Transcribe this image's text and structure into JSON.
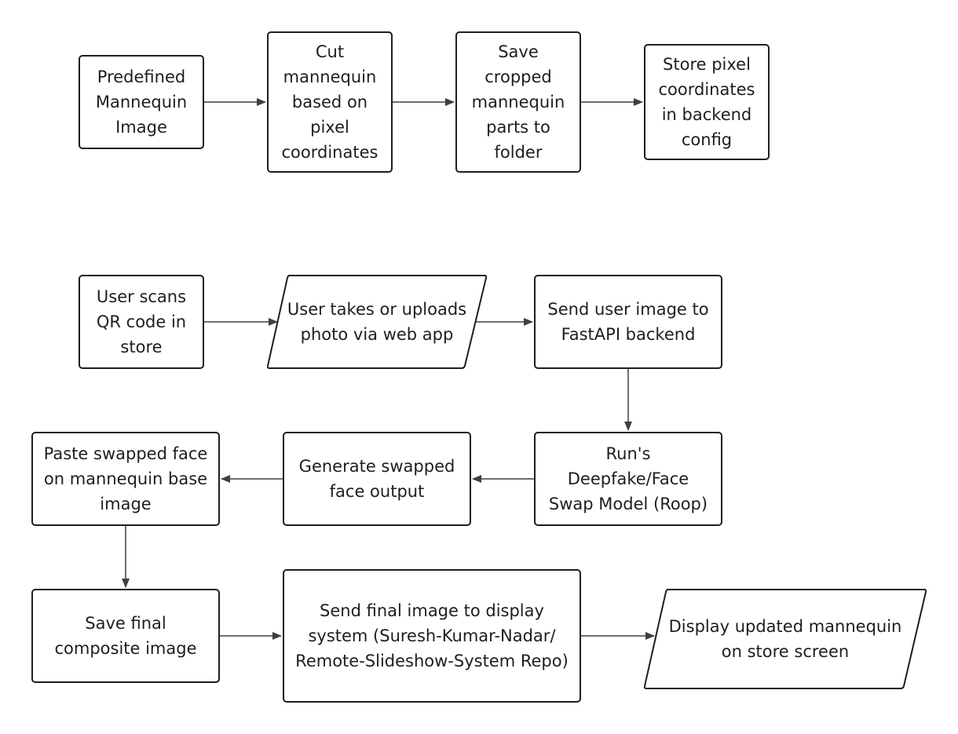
{
  "diagram": {
    "colors": {
      "stroke": "#1e1e1e",
      "arrow": "#3c3f45",
      "fill": "#ffffff"
    },
    "nodes": {
      "predefined": "Predefined\nMannequin\nImage",
      "cut": "Cut\nmannequin\nbased on\npixel\ncoordinates",
      "save_parts": "Save\ncropped\nmannequin\nparts to\nfolder",
      "store_coords": "Store pixel\ncoordinates\nin backend\nconfig",
      "scan_qr": "User scans\nQR code in\nstore",
      "upload_photo": "User takes or uploads\nphoto via web app",
      "send_backend": "Send user image to\nFastAPI backend",
      "run_model": "Run's\nDeepfake/Face\nSwap Model (Roop)",
      "generate_output": "Generate swapped\nface output",
      "paste_face": "Paste swapped face\non mannequin base\nimage",
      "save_final": "Save final\ncomposite image",
      "send_display": "Send final image to display\nsystem (Suresh-Kumar-Nadar/\nRemote-Slideshow-System Repo)",
      "display_updated": "Display updated mannequin\non store screen"
    }
  }
}
